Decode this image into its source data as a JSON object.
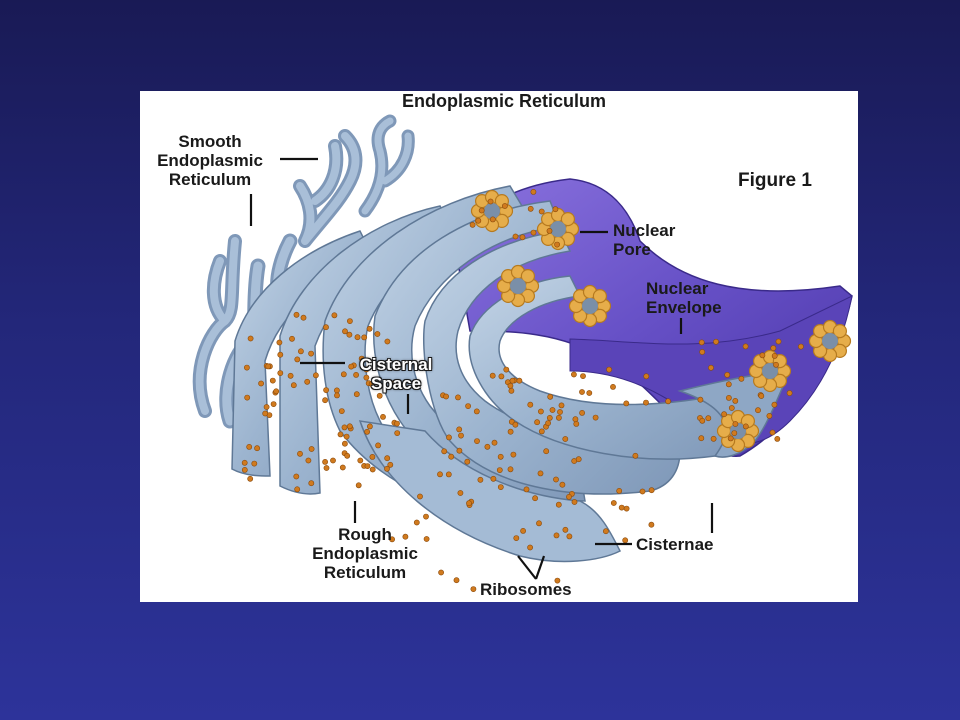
{
  "figure": {
    "title": "Endoplasmic Reticulum",
    "figure_number": "Figure 1"
  },
  "labels": {
    "smooth_er": [
      "Smooth",
      "Endoplasmic",
      "Reticulum"
    ],
    "nuclear_pore": [
      "Nuclear",
      "Pore"
    ],
    "nuclear_envelope": [
      "Nuclear",
      "Envelope"
    ],
    "cisternal_space": [
      "Cisternal",
      "Space"
    ],
    "rough_er": [
      "Rough",
      "Endoplasmic",
      "Reticulum"
    ],
    "cisternae": "Cisternae",
    "ribosomes": "Ribosomes"
  },
  "colors": {
    "background": "#23277a",
    "membrane": "#9ab3cf",
    "envelope": "#6f56c8",
    "ribosome": "#d07a1e",
    "pore": "#e6ad4a"
  }
}
